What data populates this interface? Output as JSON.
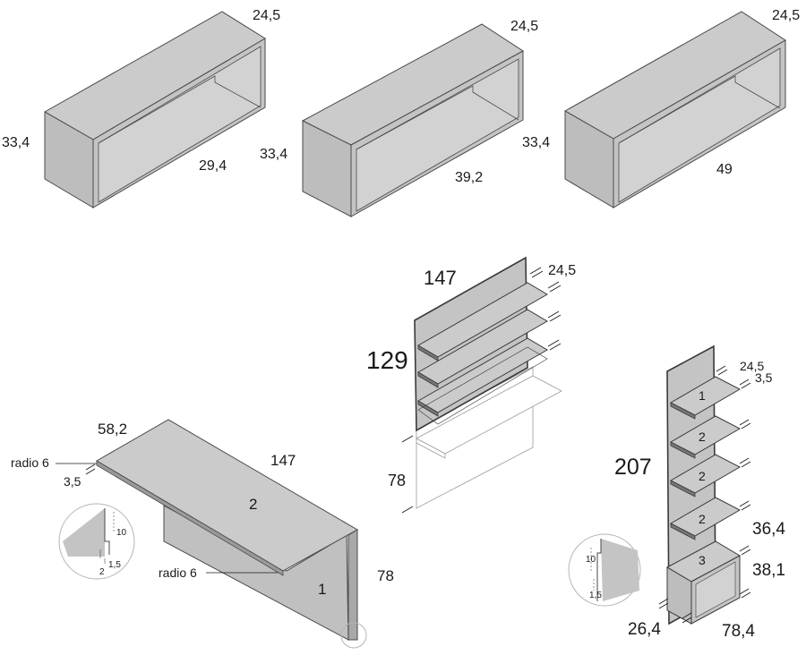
{
  "colors": {
    "panel_top": "#cbcbcb",
    "panel_side": "#bdbdbd",
    "panel_front": "#c4c4c4",
    "panel_inner": "#d4d4d4",
    "edge": "#4a4a4a",
    "dark_edge": "#3a3a3a",
    "ghost": "#9a9a9a",
    "detail_circle": "#b5b5b5"
  },
  "cabinet_small": {
    "depth": "24,5",
    "height": "33,4",
    "width": "29,4"
  },
  "cabinet_medium": {
    "depth": "24,5",
    "height": "33,4",
    "width": "39,2"
  },
  "cabinet_large": {
    "depth": "24,5",
    "height": "33,4",
    "width": "49"
  },
  "wall_shelf": {
    "width": "147",
    "height": "129",
    "depth": "24,5",
    "base_height": "78"
  },
  "desk": {
    "depth": "58,2",
    "length": "147",
    "height": "78",
    "thickness": "3,5",
    "radius_top": "radio 6",
    "radius_bottom": "radio 6",
    "top_piece": "2",
    "side_piece": "1",
    "detail": {
      "a": "10",
      "b": "2",
      "c": "1,5"
    }
  },
  "bookcase": {
    "height": "207",
    "depth": "24,5",
    "thickness": "3,5",
    "shelf_labels": [
      "1",
      "2",
      "2",
      "2"
    ],
    "box_label": "3",
    "gap": "36,4",
    "box_height": "38,1",
    "base_depth": "26,4",
    "base_width": "78,4",
    "detail": {
      "a": "10",
      "b": "1,5"
    }
  }
}
